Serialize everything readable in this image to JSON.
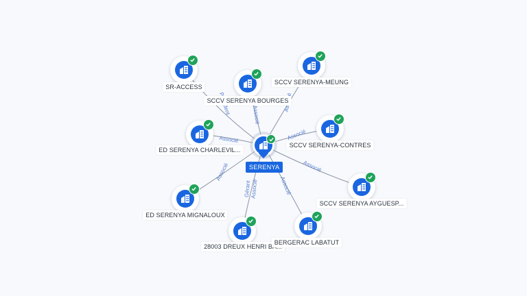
{
  "center": {
    "label": "SERENYA",
    "icon": "building-icon",
    "verified": true
  },
  "nodes": [
    {
      "id": "sr-access",
      "label": "SR-ACCESS",
      "icon": "building-icon",
      "verified": true
    },
    {
      "id": "sccv-serenya-bourges",
      "label": "SCCV SERENYA BOURGES",
      "icon": "building-icon",
      "verified": true
    },
    {
      "id": "sccv-serenya-meung",
      "label": "SCCV SERENYA-MEUNG",
      "icon": "building-icon",
      "verified": true
    },
    {
      "id": "ed-serenya-charlevil",
      "label": "ED SERENYA CHARLEVIL...",
      "icon": "building-icon",
      "verified": true
    },
    {
      "id": "sccv-serenya-contres",
      "label": "SCCV SERENYA-CONTRES",
      "icon": "building-icon",
      "verified": true
    },
    {
      "id": "ed-serenya-mignaloux",
      "label": "ED SERENYA MIGNALOUX",
      "icon": "building-icon",
      "verified": true
    },
    {
      "id": "sccv-serenya-ayguesp",
      "label": "SCCV SERENYA AYGUESP...",
      "icon": "building-icon",
      "verified": true
    },
    {
      "id": "28003-dreux-henri-ba",
      "label": "28003 DREUX HENRI BA...",
      "icon": "building-icon",
      "verified": true
    },
    {
      "id": "bergerac-labatut",
      "label": "BERGERAC LABATUT",
      "icon": "building-icon",
      "verified": true
    }
  ],
  "edges": [
    {
      "to": "sr-access",
      "label": "Président"
    },
    {
      "to": "sccv-serenya-bourges",
      "label": "Associé"
    },
    {
      "to": "sccv-serenya-meung",
      "label": "Associé"
    },
    {
      "to": "ed-serenya-charlevil",
      "label": "Associé"
    },
    {
      "to": "sccv-serenya-contres",
      "label": "Associé"
    },
    {
      "to": "ed-serenya-mignaloux",
      "label": "Associé"
    },
    {
      "to": "sccv-serenya-ayguesp",
      "label": "Associé"
    },
    {
      "to": "28003-dreux-henri-ba",
      "label": "Gérant"
    },
    {
      "to": "28003-dreux-henri-ba",
      "label": "Associé"
    },
    {
      "to": "bergerac-labatut",
      "label": "Associé"
    }
  ],
  "colors": {
    "primary": "#1a66e0",
    "verified": "#1fa35a",
    "edge": "#8a94a6",
    "edge_label": "#5a7fd1"
  }
}
